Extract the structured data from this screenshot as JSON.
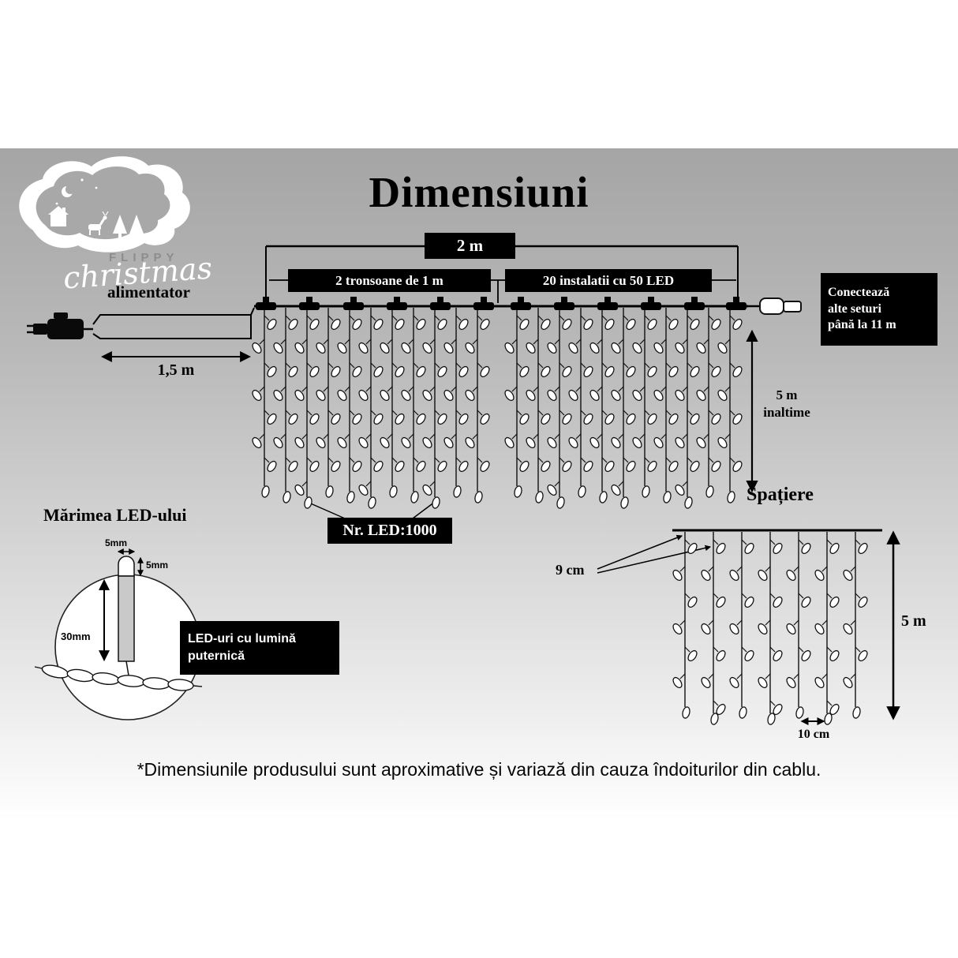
{
  "page": {
    "title": "Dimensiuni",
    "disclaimer": "*Dimensiunile produsului sunt aproximative și variază din cauza îndoiturilor din cablu."
  },
  "logo": {
    "brand": "FLIPPY",
    "script": "christmas"
  },
  "main": {
    "total_width": "2 m",
    "sections": "2 tronsoane de 1 m",
    "installations": "20 instalatii cu 50 LED",
    "power_label": "alimentator",
    "lead_length": "1,5 m",
    "connect_note": "Conectează\nalte seturi\npână la 11 m",
    "height_note": "5 m\ninaltime",
    "led_count": "Nr. LED:1000"
  },
  "led_size": {
    "heading": "Mărimea LED-ului",
    "cap_width": "5mm",
    "cap_height": "5mm",
    "body_height": "30mm",
    "note": "LED-uri cu lumină\nputernică"
  },
  "spacing": {
    "heading": "Spațiere",
    "top_gap": "9 cm",
    "side_height": "5 m",
    "bottom_gap": "10 cm"
  },
  "colors": {
    "box_bg": "#000000",
    "box_text": "#ffffff",
    "background_top": "#a5a5a5",
    "background_bottom": "#ffffff"
  }
}
